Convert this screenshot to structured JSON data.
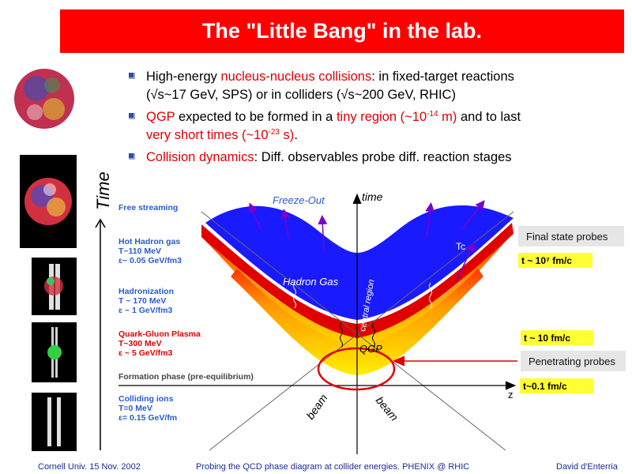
{
  "header": {
    "title": "The \"Little Bang\" in the lab."
  },
  "bullets": [
    {
      "line1": [
        {
          "t": "High-energy ",
          "red": false
        },
        {
          "t": "nucleus-nucleus collisions",
          "red": true
        },
        {
          "t": ": in fixed-target reactions",
          "red": false
        }
      ],
      "line2": [
        {
          "t": "(√s~17 GeV, SPS) or in colliders (√s~200 GeV, RHIC)",
          "red": false
        }
      ]
    },
    {
      "line1": [
        {
          "t": "QGP",
          "red": true
        },
        {
          "t": " expected to be formed in a ",
          "red": false
        },
        {
          "t": "tiny region (~10",
          "red": true
        },
        {
          "t": "-14",
          "red": true,
          "sup": true
        },
        {
          "t": " m)",
          "red": true
        },
        {
          "t": " and to last",
          "red": false
        }
      ],
      "line2": [
        {
          "t": "very short times (~10",
          "red": true
        },
        {
          "t": "-23",
          "red": true,
          "sup": true
        },
        {
          "t": " s)",
          "red": true
        },
        {
          "t": ".",
          "red": false
        }
      ]
    },
    {
      "line1": [
        {
          "t": "Collision dynamics",
          "red": true
        },
        {
          "t": ": Diff. observables probe diff. reaction stages",
          "red": false
        }
      ],
      "line2": []
    }
  ],
  "axis": {
    "time_label": "Time",
    "vertical": "time",
    "horizontal": "z"
  },
  "stages": {
    "free_streaming": [
      "Free streaming"
    ],
    "hot_hadron_gas": [
      "Hot Hadron gas",
      "T~110 MeV",
      "ε~ 0.05 GeV/fm3"
    ],
    "hadronization": [
      "Hadronization",
      "T ~ 170 MeV",
      "ε ~ 1 GeV/fm3"
    ],
    "qgp": [
      "Quark-Gluon Plasma",
      "T~300 MeV",
      "ε ~ 5 GeV/fm3"
    ],
    "formation": [
      "Formation phase (pre-equilibrium)"
    ],
    "colliding": [
      "Colliding ions",
      "T=0 MeV",
      "ε= 0.15 GeV/fm"
    ]
  },
  "diagram_labels": {
    "freeze_out": "Freeze-Out",
    "hadron_gas": "Hadron Gas",
    "central_region": "central region",
    "qgp": "QGP",
    "tc": "Tc",
    "beam_left": "beam",
    "beam_right": "beam"
  },
  "probes": {
    "final_state": "Final state probes",
    "penetrating": "Penetrating probes"
  },
  "times": {
    "t1": "t ~ 10⁷ fm/c",
    "t2": "t ~ 10 fm/c",
    "t3": "t~0.1 fm/c"
  },
  "footer": {
    "left": "Cornell Univ. 15 Nov.  2002",
    "center": "Probing the QCD phase diagram at collider energies. PHENIX @ RHIC",
    "right": "David d'Enterria"
  },
  "colors": {
    "title_bg": "#ff0000",
    "hadron_gas": "#1a1aff",
    "qgp": "#ffcc00",
    "footer": "#1a2a9a",
    "arrows": "#7a00cc"
  }
}
